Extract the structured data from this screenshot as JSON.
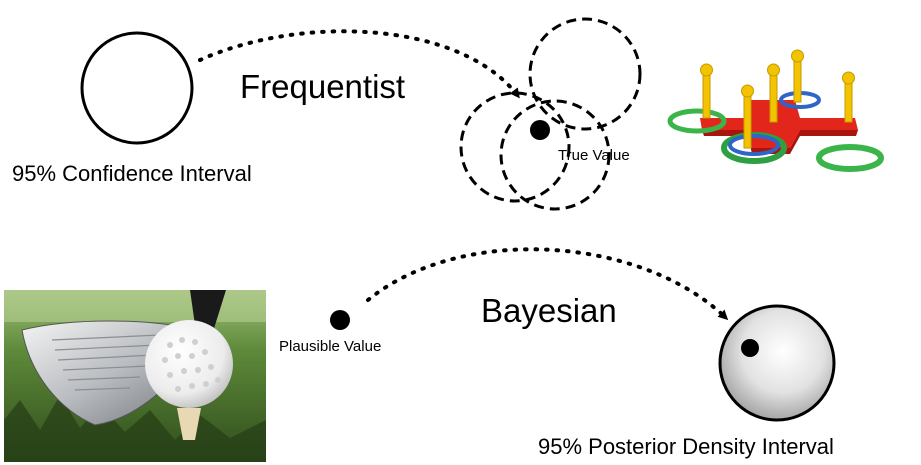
{
  "frequentist": {
    "heading": "Frequentist",
    "interval_label": "95% Confidence Interval",
    "point_label": "True Value",
    "illustration_icon": "ring-toss-toy-icon"
  },
  "bayesian": {
    "heading": "Bayesian",
    "interval_label": "95% Posterior Density Interval",
    "point_label": "Plausible Value",
    "illustration_icon": "golf-club-ball-icon"
  }
}
